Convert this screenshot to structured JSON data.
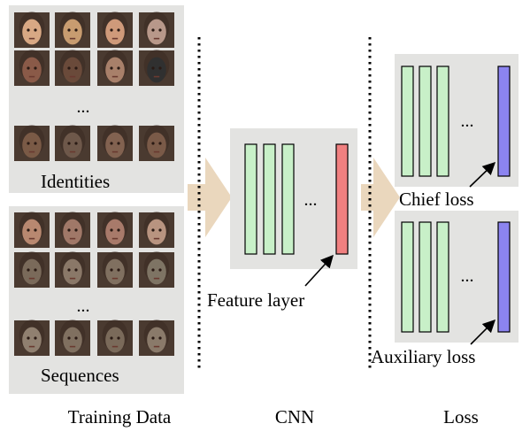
{
  "panels": {
    "identities": {
      "label": "Identities",
      "ellipsis": "...",
      "face_rows": [
        [
          "#d8a884",
          "#c89c70",
          "#cf9a7a",
          "#b8988a"
        ],
        [
          "#8a5a48",
          "#6a4a3a",
          "#a8806a",
          "#303030"
        ],
        [
          "#7a5a46",
          "#6e584a",
          "#826250",
          "#7a5a48"
        ]
      ]
    },
    "sequences": {
      "label": "Sequences",
      "ellipsis": "...",
      "face_rows": [
        [
          "#b88870",
          "#a07868",
          "#a87a6a",
          "#b89480"
        ],
        [
          "#7a6a5a",
          "#8a7868",
          "#807060",
          "#7e7464"
        ],
        [
          "#908070",
          "#807060",
          "#7a6a5a",
          "#8a7a6a"
        ]
      ]
    }
  },
  "cnn": {
    "ellipsis": "...",
    "feature_label": "Feature layer"
  },
  "loss": {
    "chief": {
      "label": "Chief loss",
      "ellipsis": "..."
    },
    "auxiliary": {
      "label": "Auxiliary loss",
      "ellipsis": "..."
    }
  },
  "bottom_labels": {
    "training": "Training Data",
    "cnn": "CNN",
    "loss": "Loss"
  },
  "colors": {
    "panel_bg": "#e3e3e1",
    "green_bar": "#c8f0c8",
    "feature_bar": "#f08080",
    "loss_bar": "#8c84f0",
    "flow_arrow": "#ead7bd"
  }
}
